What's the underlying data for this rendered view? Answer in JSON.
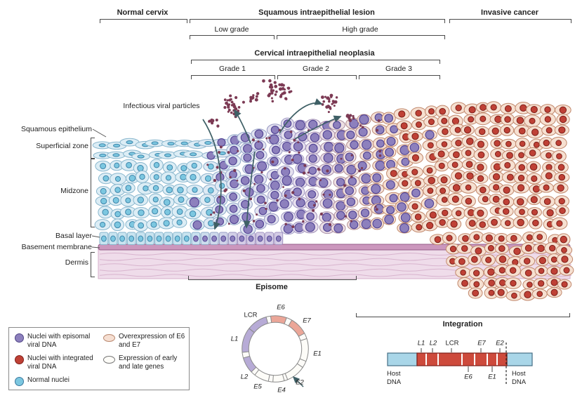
{
  "figure": {
    "top_sections": {
      "normal": "Normal cervix",
      "sil": "Squamous intraepithelial lesion",
      "low_grade": "Low grade",
      "high_grade": "High grade",
      "invasive": "Invasive cancer"
    },
    "cin": {
      "title": "Cervical intraepithelial neoplasia",
      "grade1": "Grade 1",
      "grade2": "Grade 2",
      "grade3": "Grade 3"
    },
    "tissue_labels": {
      "squamous_epithelium": "Squamous epithelium",
      "superficial_zone": "Superficial zone",
      "midzone": "Midzone",
      "basal_layer": "Basal layer",
      "basement_membrane": "Basement membrane",
      "dermis": "Dermis"
    },
    "annotations": {
      "infectious_particles": "Infectious viral particles"
    }
  },
  "episome": {
    "title": "Episome",
    "genes": {
      "lcr": "LCR",
      "e6": "E6",
      "e7": "E7",
      "e1": "E1",
      "e2": "E2",
      "e4": "E4",
      "e5": "E5",
      "l2": "L2",
      "l1": "L1"
    }
  },
  "integration": {
    "title": "Integration",
    "top_labels": {
      "l1": "L1",
      "l2": "L2",
      "lcr": "LCR",
      "e7": "E7",
      "e2": "E2"
    },
    "bottom_labels": {
      "e6": "E6",
      "e1": "E1"
    },
    "host_left": "Host DNA",
    "host_right": "Host DNA"
  },
  "legend": {
    "items": [
      {
        "label": "Nuclei with episomal viral DNA",
        "swatch": "episomal-nucleus"
      },
      {
        "label": "Nuclei with integrated viral DNA",
        "swatch": "integrated-nucleus"
      },
      {
        "label": "Normal nuclei",
        "swatch": "normal-nucleus"
      },
      {
        "label": "Overexpression of E6 and E7",
        "swatch": "overexpression"
      },
      {
        "label": "Expression of early and late genes",
        "swatch": "early-late-expression"
      }
    ]
  },
  "colors": {
    "cell_normal": "#dcedf5",
    "cell_normal_stroke": "#88b6cd",
    "cell_dysplastic": "#e6dfee",
    "cell_dysplastic_stroke": "#a093c1",
    "cell_cancer": "#f6e0d1",
    "cell_cancer_stroke": "#c1886c",
    "basal_normal": "#c9e4f0",
    "basal_dysplastic": "#d5cde6",
    "nucleus_normal": "#7cc7e0",
    "nucleus_normal_stroke": "#3f86ab",
    "nucleus_episomal": "#8d80bd",
    "nucleus_episomal_stroke": "#554796",
    "nucleus_integrated": "#bf4136",
    "nucleus_integrated_stroke": "#7d1f19",
    "membrane": "#cb97bd",
    "membrane_stroke": "#955c89",
    "dermis": "#efdcea",
    "dermis_line": "#d5afcb",
    "viral_dot": "#7c3a54",
    "arrow": "#3f6066",
    "seg_late": "#b7abd6",
    "seg_onco": "#eba698",
    "seg_early": "#fdfcf8",
    "host_dna": "#a9d6e8",
    "viral_bar": "#cd4a3c"
  }
}
